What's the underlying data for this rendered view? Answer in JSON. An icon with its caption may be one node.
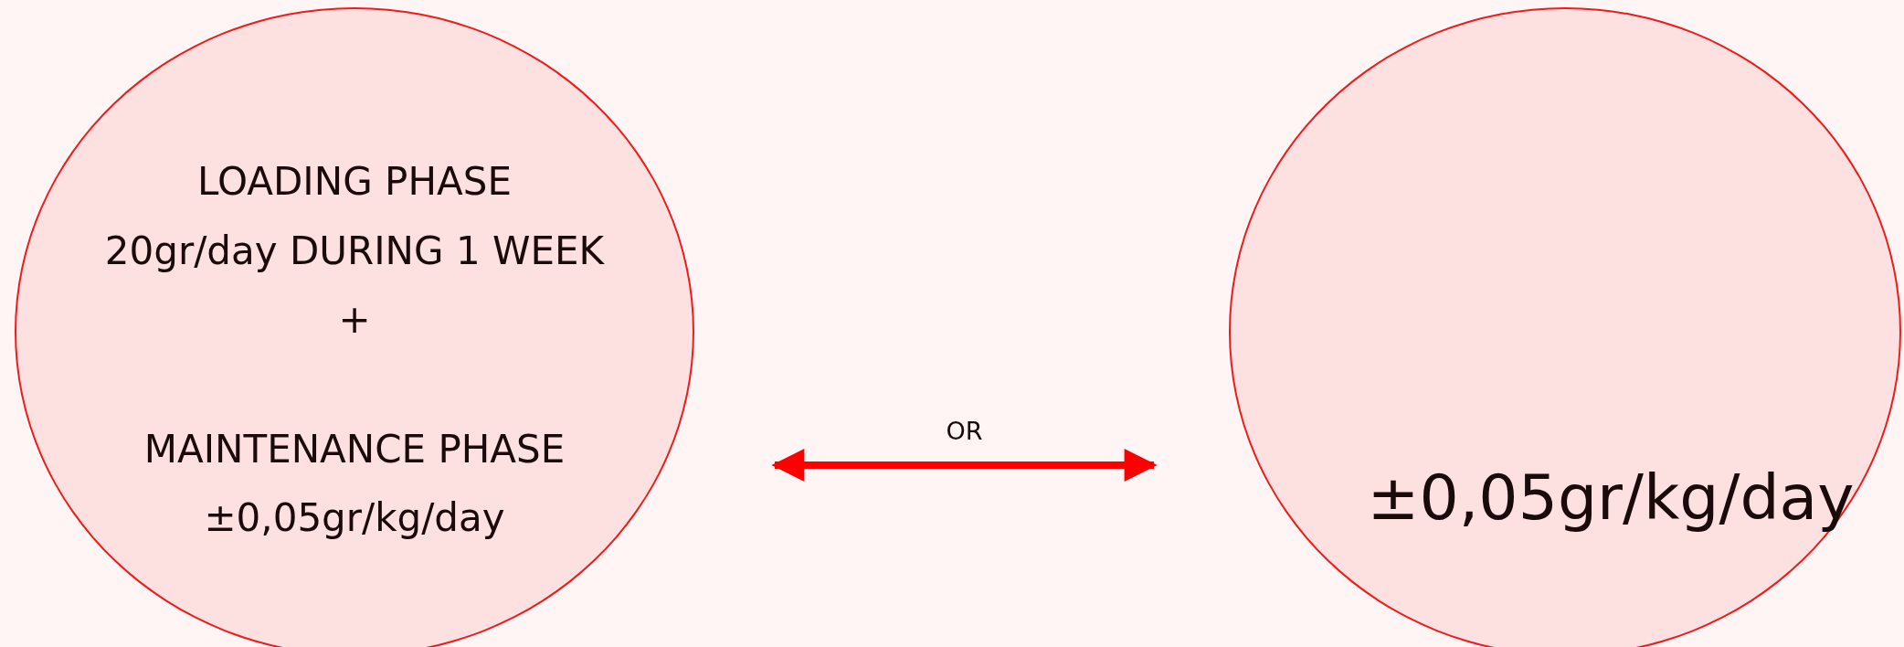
{
  "diagram": {
    "nodes": [
      {
        "text": [
          "LOADING PHASE",
          "20gr/day DURING 1 WEEK",
          "+",
          "MAINTENANCE PHASE",
          "±0,05gr/kg/day"
        ]
      },
      {
        "text": [
          "±0,05gr/kg/day"
        ]
      }
    ],
    "edges": [
      {
        "from": 0,
        "to": 1,
        "arrow": "both",
        "label": "OR"
      }
    ]
  }
}
